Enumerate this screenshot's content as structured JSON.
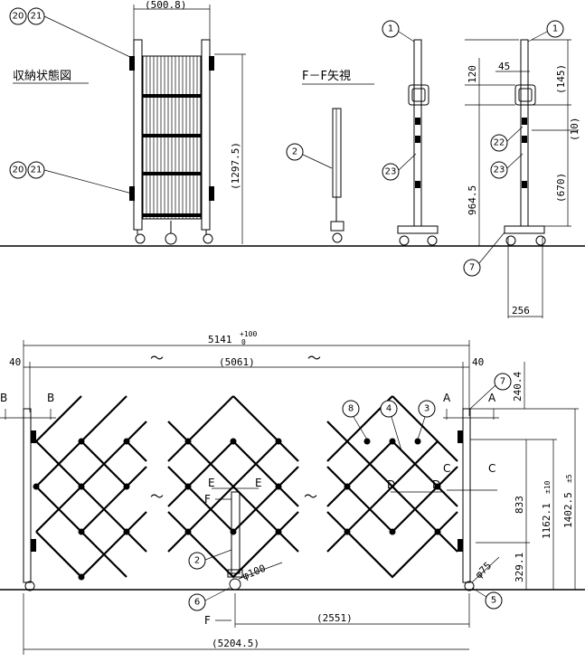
{
  "views": {
    "storage_label": "収納状態図",
    "ff_view_label": "F－F矢視"
  },
  "top_dims": {
    "width_500": "(500.8)",
    "height_1297": "(1297.5)",
    "d120": "120",
    "d145": "(145)",
    "d45": "45",
    "d10": "(10)",
    "d964": "964.5",
    "d670": "(670)",
    "d256": "256"
  },
  "bottom_dims": {
    "total_top": "5141",
    "total_sup": "+100",
    "total_sub": "0",
    "mid_5061": "(5061)",
    "left_40": "40",
    "right_40": "40",
    "d240": "240.4",
    "d833": "833",
    "d1162": "1162.1",
    "d1162_tol": "±10",
    "d1402": "1402.5",
    "d1402_tol": "±5",
    "d329": "329.1",
    "d75": "φ75",
    "d100": "φ100",
    "d2551": "(2551)",
    "d5204": "(5204.5)"
  },
  "section_letters": {
    "A": "A",
    "B": "B",
    "C": "C",
    "D": "D",
    "E": "E",
    "F": "F"
  },
  "callouts": {
    "c1": "1",
    "c2": "2",
    "c3": "3",
    "c4": "4",
    "c5": "5",
    "c6": "6",
    "c7": "7",
    "c8": "8",
    "c20": "20",
    "c21": "21",
    "c22": "22",
    "c23": "23"
  },
  "breaks": {
    "tilde": "～"
  }
}
